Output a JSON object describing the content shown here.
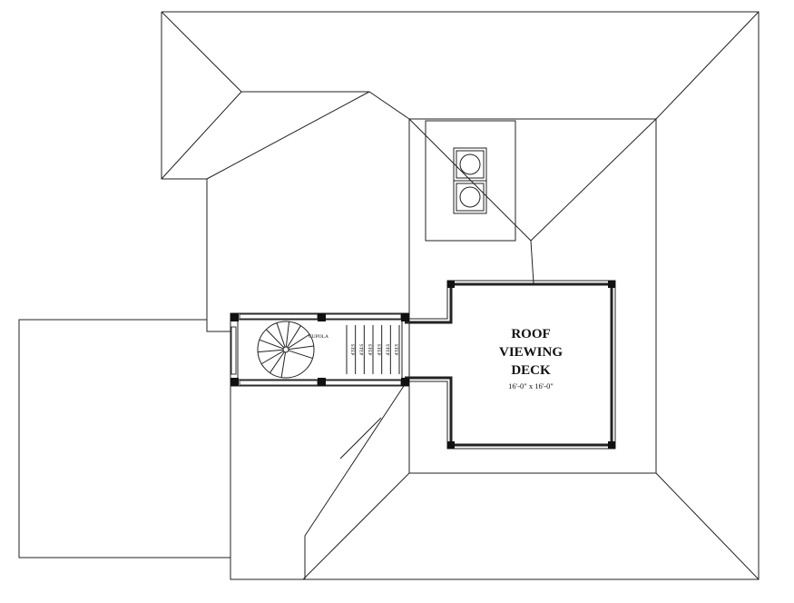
{
  "deck": {
    "title_line1": "ROOF",
    "title_line2": "VIEWING",
    "title_line3": "DECK",
    "dimensions": "16'-0\" x 16'-0\""
  },
  "cupola": {
    "label": "CUPOLA",
    "step_label": "STEP",
    "step_count": 6
  }
}
